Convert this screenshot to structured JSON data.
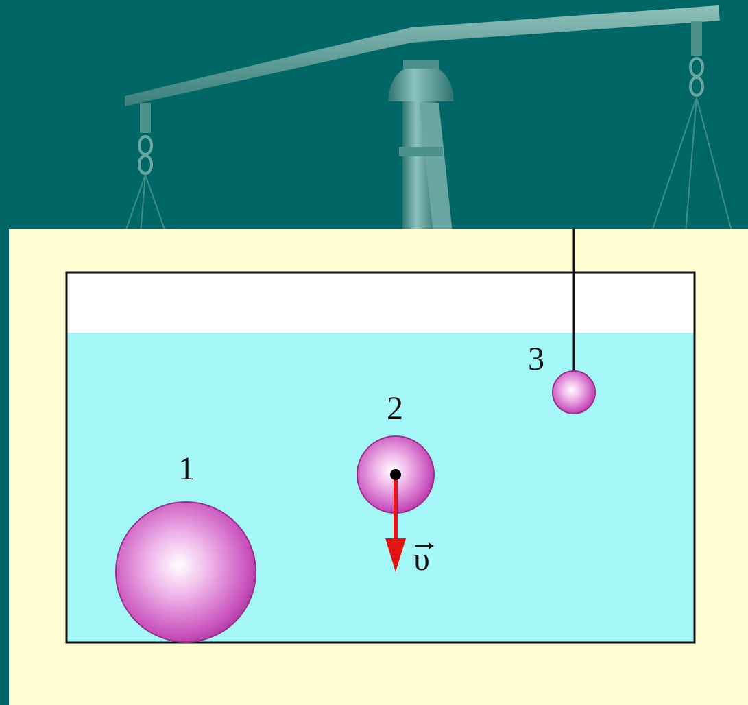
{
  "colors": {
    "background": "#006766",
    "scale": "#3f8d88",
    "panel": "#fffdd2",
    "water": "#a5f7f7",
    "air": "#ffffff",
    "ball": "#c84fbc",
    "velocity_arrow": "#e51414"
  },
  "labels": {
    "ball_1": "1",
    "ball_2": "2",
    "ball_3": "3",
    "velocity": "υ"
  },
  "icons": {
    "background": "balance-scale-icon",
    "velocity_vector": "arrow-down-icon"
  }
}
